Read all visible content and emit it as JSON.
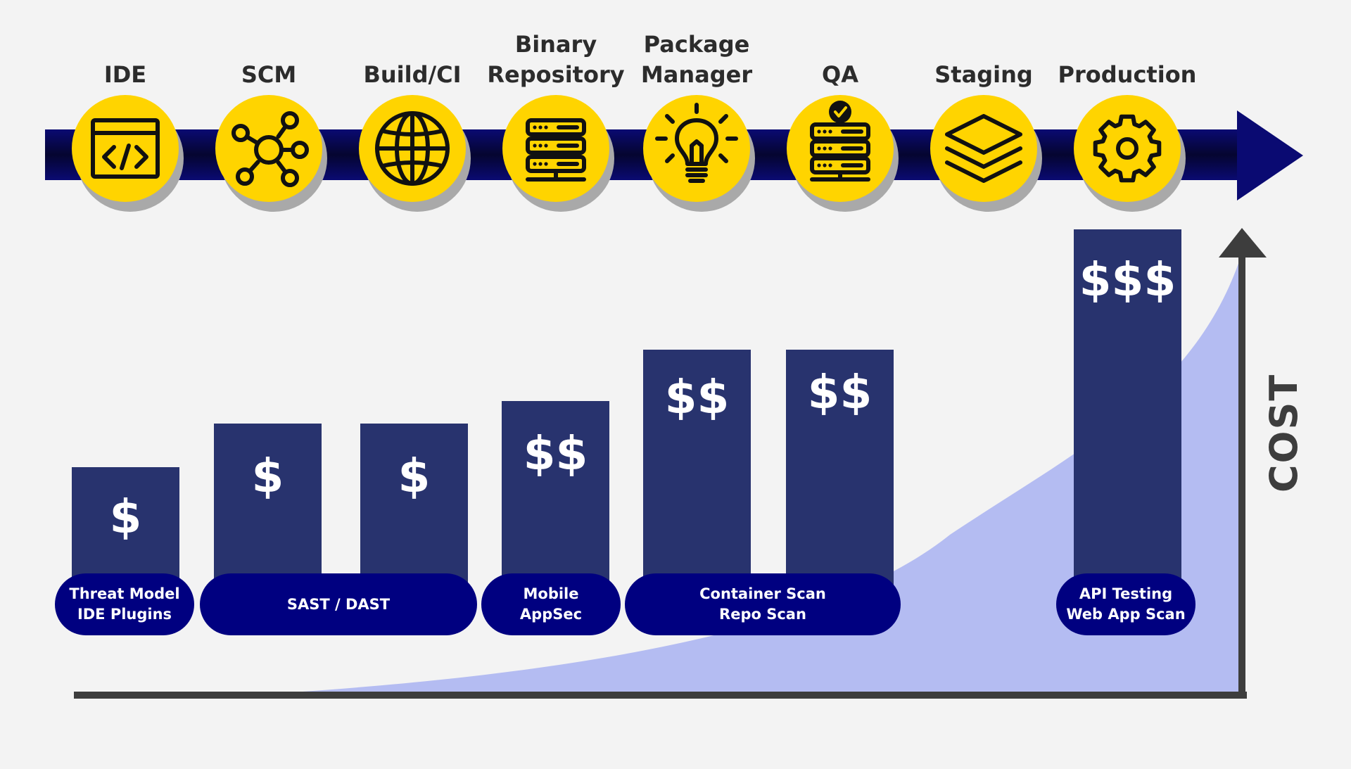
{
  "stages": [
    {
      "id": "ide",
      "label_lines": [
        "IDE"
      ],
      "icon": "code-window-icon"
    },
    {
      "id": "scm",
      "label_lines": [
        "SCM"
      ],
      "icon": "network-hub-icon"
    },
    {
      "id": "build",
      "label_lines": [
        "Build/CI"
      ],
      "icon": "globe-icon"
    },
    {
      "id": "binary",
      "label_lines": [
        "Binary",
        "Repository"
      ],
      "icon": "server-stack-icon"
    },
    {
      "id": "package",
      "label_lines": [
        "Package",
        "Manager"
      ],
      "icon": "lightbulb-icon"
    },
    {
      "id": "qa",
      "label_lines": [
        "QA"
      ],
      "icon": "server-check-icon"
    },
    {
      "id": "staging",
      "label_lines": [
        "Staging"
      ],
      "icon": "layers-icon"
    },
    {
      "id": "production",
      "label_lines": [
        "Production"
      ],
      "icon": "gear-icon"
    }
  ],
  "cost_bars": [
    {
      "stage": "IDE",
      "symbol": "$"
    },
    {
      "stage": "SCM",
      "symbol": "$"
    },
    {
      "stage": "Build/CI",
      "symbol": "$"
    },
    {
      "stage": "Binary Repository",
      "symbol": "$$"
    },
    {
      "stage": "Package Manager",
      "symbol": "$$"
    },
    {
      "stage": "QA",
      "symbol": "$$"
    },
    {
      "stage": "Production",
      "symbol": "$$$"
    }
  ],
  "tools": [
    {
      "id": "threat-model",
      "lines": [
        "Threat Model",
        "IDE Plugins"
      ]
    },
    {
      "id": "sast-dast",
      "lines": [
        "SAST / DAST"
      ]
    },
    {
      "id": "mobile-appsec",
      "lines": [
        "Mobile",
        "AppSec"
      ]
    },
    {
      "id": "container-scan",
      "lines": [
        "Container Scan",
        "Repo Scan"
      ]
    },
    {
      "id": "api-testing",
      "lines": [
        "API Testing",
        "Web App Scan"
      ]
    }
  ],
  "cost_axis_label": "COST",
  "colors": {
    "background": "#f3f3f3",
    "pipeline_arrow": "#0a0a6e",
    "icon_circle": "#ffd400",
    "icon_shadow": "#a9a9a9",
    "bar": "#28336e",
    "pill": "#000080",
    "cost_curve": "#b4bcf2",
    "axis": "#3d3d3d"
  }
}
